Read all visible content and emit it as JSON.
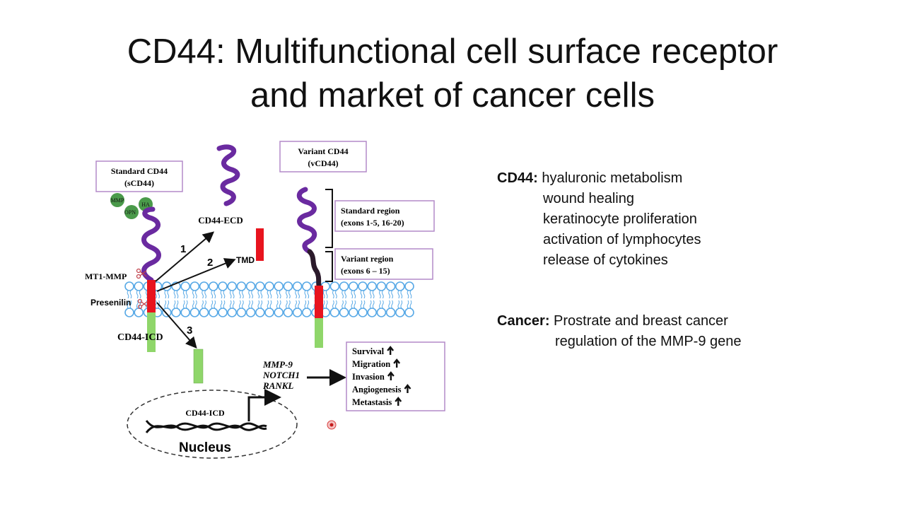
{
  "title": {
    "line1": "CD44: Multifunctional cell surface receptor",
    "line2": "and market of cancer cells"
  },
  "diagram": {
    "standard_box": {
      "line1": "Standard CD44",
      "line2": "(sCD44)"
    },
    "variant_box": {
      "line1": "Variant CD44",
      "line2": "(vCD44)"
    },
    "ligands": [
      "MMP",
      "OPN",
      "HA"
    ],
    "cd44_ecd": "CD44-ECD",
    "tmd": "TMD",
    "mt1_mmp": "MT1-MMP",
    "presenilin": "Presenilin",
    "cd44_icd": "CD44-ICD",
    "steps": [
      "1",
      "2",
      "3"
    ],
    "standard_region": {
      "line1": "Standard region",
      "line2": "(exons 1-5, 16-20)"
    },
    "variant_region": {
      "line1": "Variant region",
      "line2": "(exons 6 – 15)"
    },
    "genes": [
      "MMP-9",
      "NOTCH1",
      "RANKL"
    ],
    "outcomes": [
      "Survival",
      "Migration",
      "Invasion",
      "Angiogenesis",
      "Metastasis"
    ],
    "nucleus_icd": "CD44-ICD",
    "nucleus": "Nucleus",
    "colors": {
      "purple": "#6a2aa0",
      "dark_variant": "#2b1a2b",
      "red": "#e8141e",
      "green": "#8fd66a",
      "membrane": "#58a9e6",
      "box_border": "#b38ac8",
      "ligand": "#4a9a4a"
    }
  },
  "notes": {
    "cd44_label": "CD44:",
    "cd44_items": [
      "hyaluronic metabolism",
      "wound healing",
      "keratinocyte proliferation",
      "activation of lymphocytes",
      "release of cytokines"
    ],
    "cancer_label": "Cancer:",
    "cancer_items": [
      "Prostrate and breast cancer",
      "regulation of the MMP-9 gene"
    ]
  }
}
